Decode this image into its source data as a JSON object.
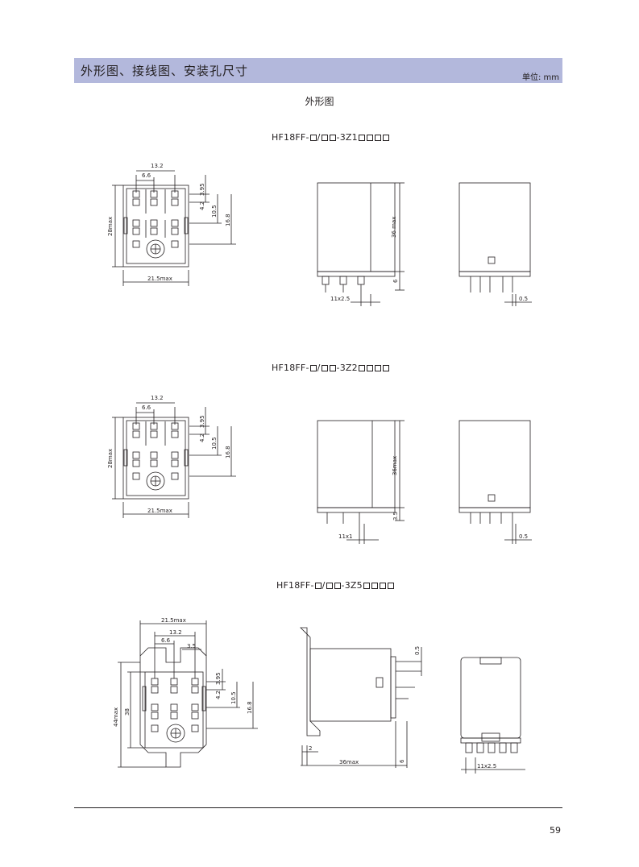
{
  "section": {
    "title": "外形图、接线图、安装孔尺寸",
    "unit": "单位: mm"
  },
  "subtitle": "外形图",
  "models": [
    {
      "prefix": "HF18FF-",
      "mid": "/",
      "mid2": "-3Z1"
    },
    {
      "prefix": "HF18FF-",
      "mid": "/",
      "mid2": "-3Z2"
    },
    {
      "prefix": "HF18FF-",
      "mid": "/",
      "mid2": "-3Z5"
    }
  ],
  "dims": {
    "d13_2": "13.2",
    "d6_6": "6.6",
    "d3_95": "3.95",
    "d4_2": "4.2",
    "d10_5": "10.5",
    "d16_8": "16.8",
    "d28max": "28max",
    "d21_5max": "21.5max",
    "d36max_sp": "36 max",
    "d36max": "36max",
    "d6": "6",
    "d11x2_5": "11x2.5",
    "d0_5": "0.5",
    "d3_5": "3.5",
    "d11x1": "11x1",
    "d21_5max_3z5": "21.5max",
    "d13_2_3z5": "13.2",
    "d6_6_3z5": "6.6",
    "d3_5_3z5": "3.5",
    "d44max": "44max",
    "d38": "38",
    "d2": "2",
    "d11x2_5_3z5": "11x2.5"
  },
  "page_number": "59"
}
